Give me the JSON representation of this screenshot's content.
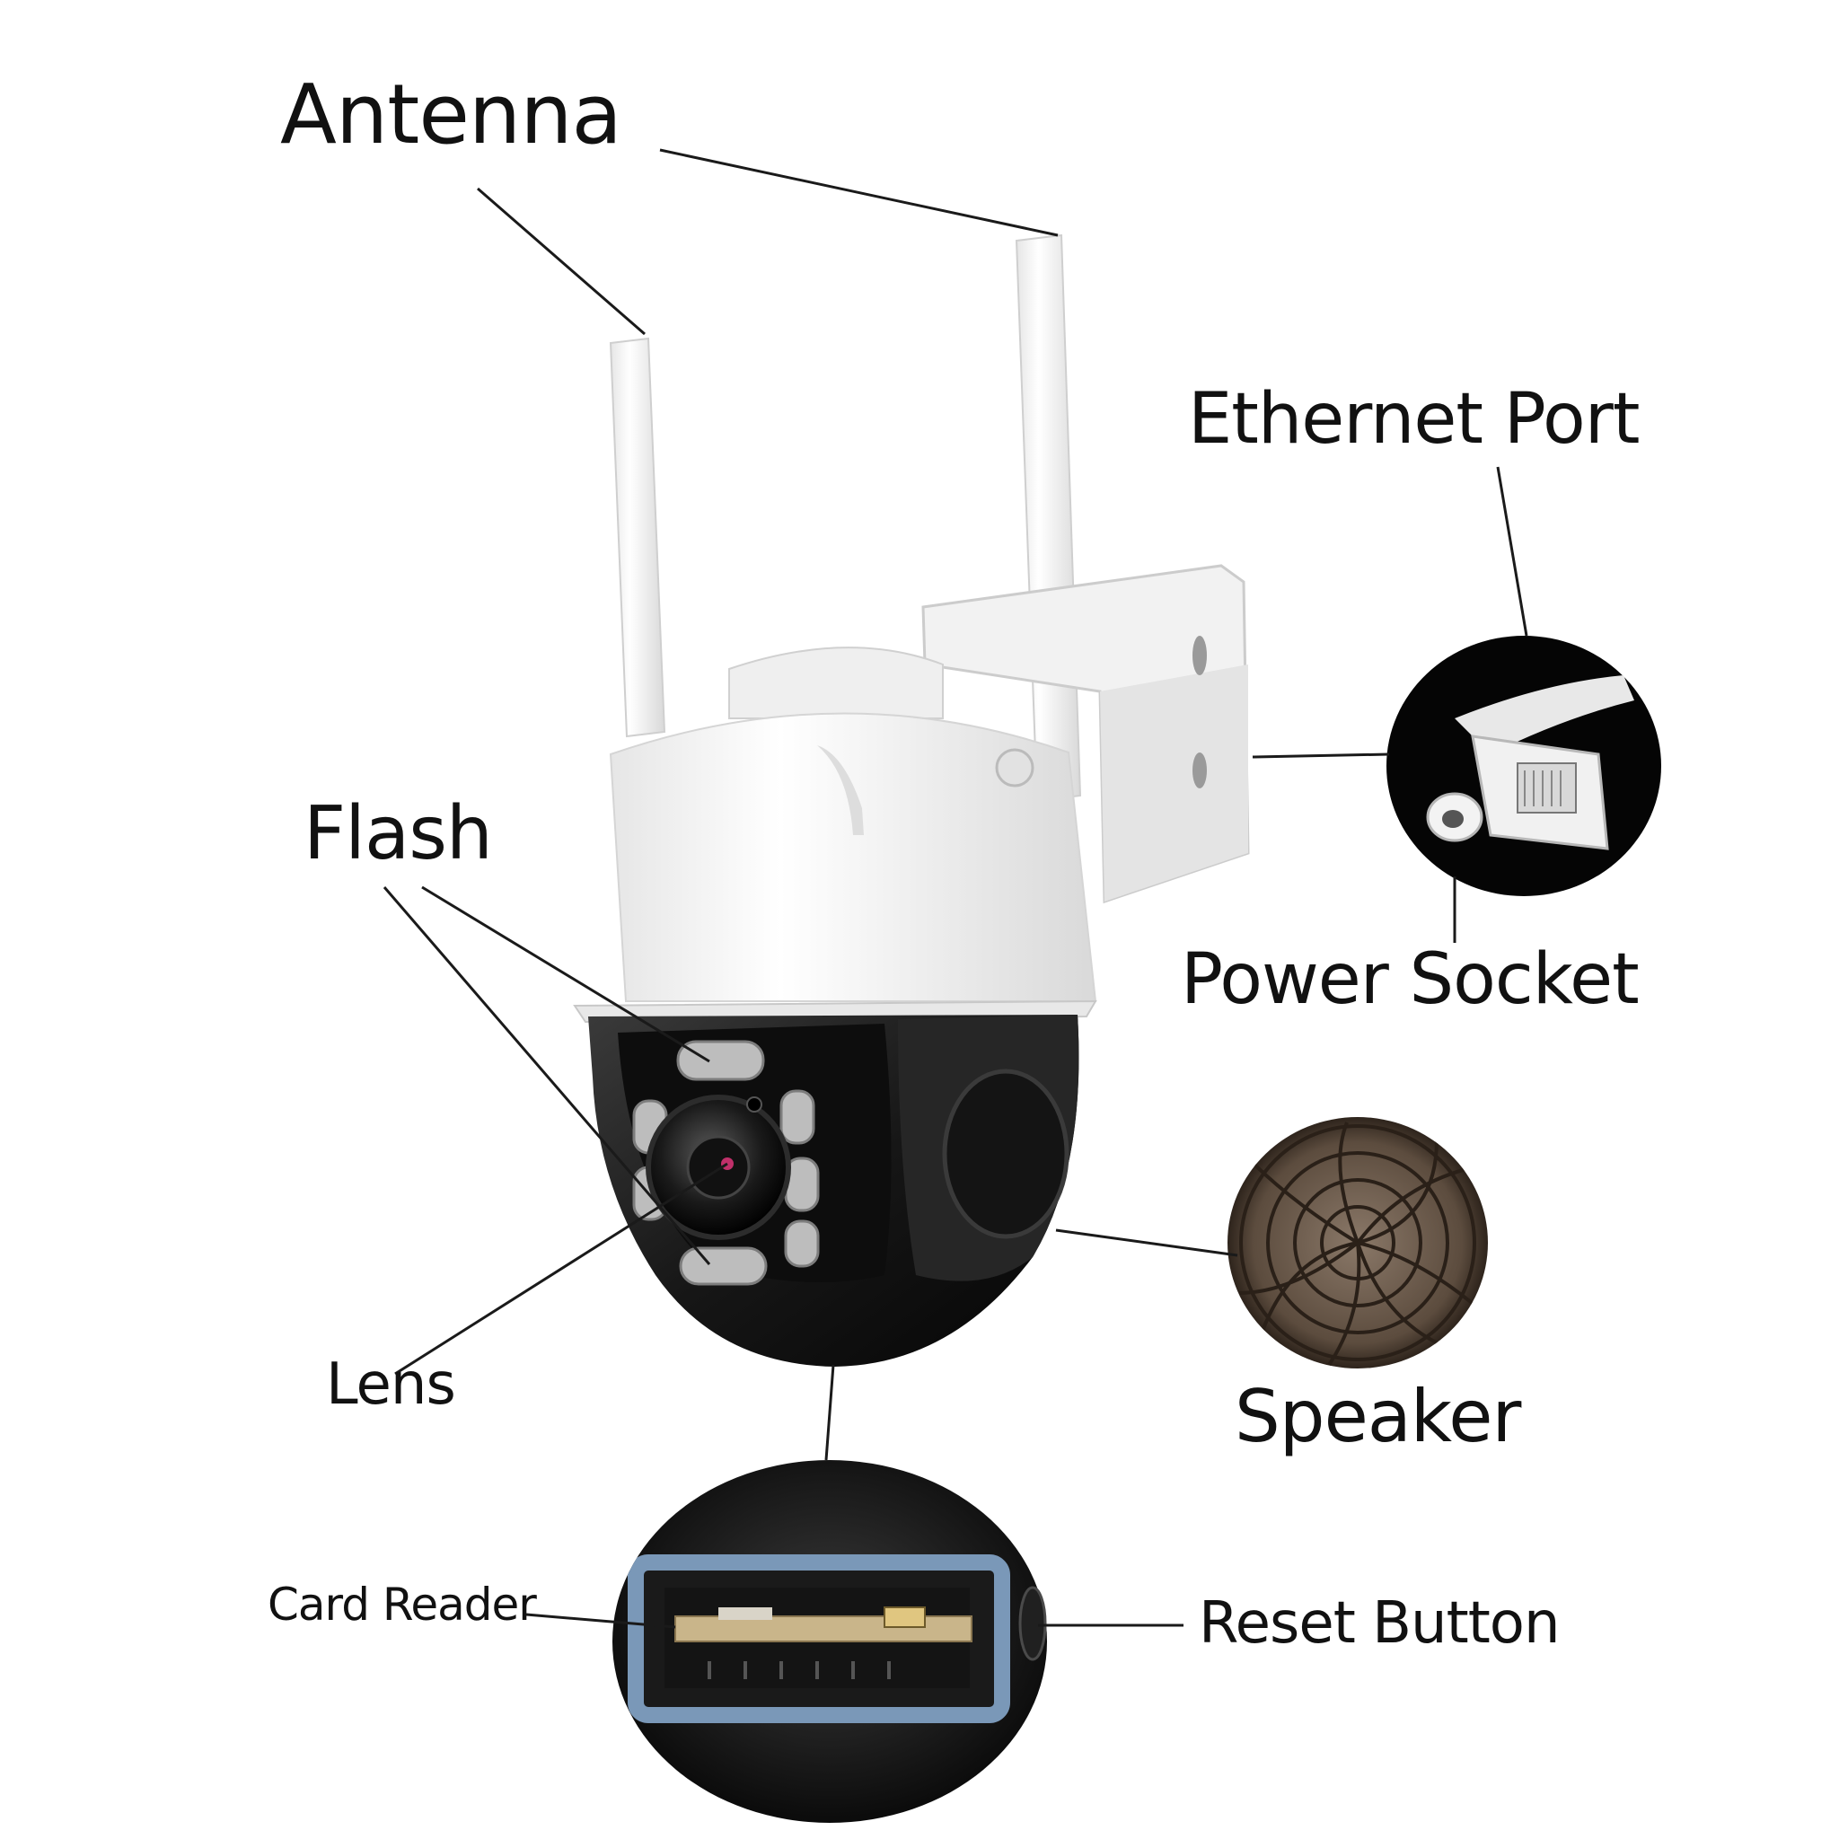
{
  "labels": {
    "antenna": "Antenna",
    "ethernet_port": "Ethernet Port",
    "flash": "Flash",
    "power_socket": "Power Socket",
    "lens": "Lens",
    "speaker": "Speaker",
    "card_reader": "Card Reader",
    "reset_button": "Reset Button"
  },
  "colors": {
    "background": "#ffffff",
    "text": "#111111",
    "leader_line": "#1a1a1a",
    "camera_white": "#f3f3f3",
    "camera_black": "#1c1c1c",
    "inset_dark": "#0a0a0a",
    "speaker_bronze": "#6b5a4a",
    "card_slot_blue": "#7a98b8"
  },
  "icons": [
    "antenna-icon",
    "wall-bracket-icon",
    "camera-dome-icon",
    "lens-icon",
    "flash-led-icon",
    "ethernet-port-icon",
    "power-socket-icon",
    "speaker-grille-icon",
    "card-reader-icon",
    "reset-button-icon"
  ]
}
